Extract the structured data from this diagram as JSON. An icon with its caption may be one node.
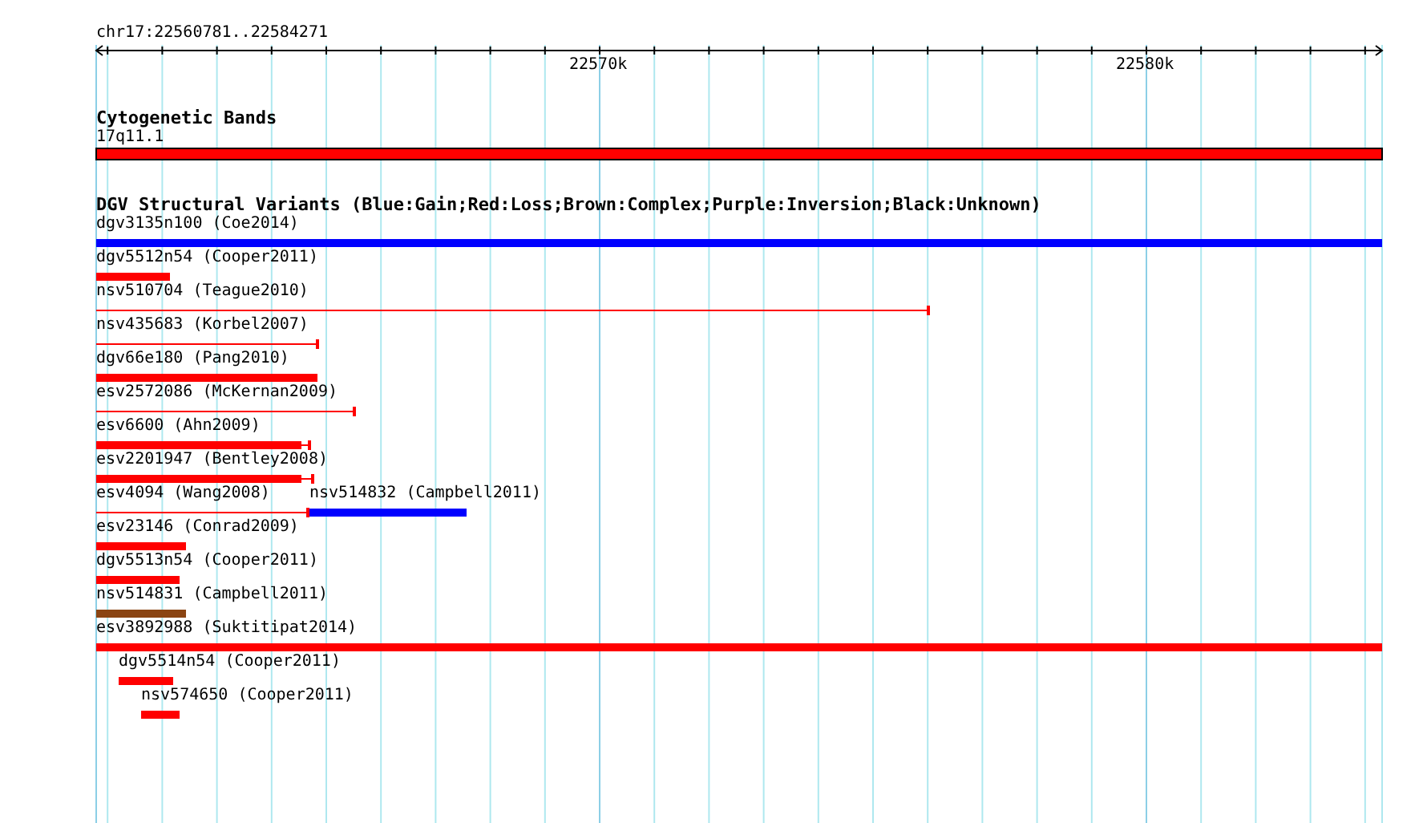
{
  "diagram": {
    "nodes": [
      {
        "text": [
          "17q11.1"
        ]
      },
      {
        "text": [
          "dgv3135n100 (Coe2014)"
        ]
      },
      {
        "text": [
          "dgv5512n54 (Cooper2011)"
        ]
      },
      {
        "text": [
          "nsv510704 (Teague2010)"
        ]
      },
      {
        "text": [
          "nsv435683 (Korbel2007)"
        ]
      },
      {
        "text": [
          "dgv66e180 (Pang2010)"
        ]
      },
      {
        "text": [
          "esv2572086 (McKernan2009)"
        ]
      },
      {
        "text": [
          "esv6600 (Ahn2009)"
        ]
      },
      {
        "text": [
          "esv2201947 (Bentley2008)"
        ]
      },
      {
        "text": [
          "esv4094 (Wang2008)"
        ]
      },
      {
        "text": [
          "nsv514832 (Campbell2011)"
        ]
      },
      {
        "text": [
          "esv23146 (Conrad2009)"
        ]
      },
      {
        "text": [
          "dgv5513n54 (Cooper2011)"
        ]
      },
      {
        "text": [
          "nsv514831 (Campbell2011)"
        ]
      },
      {
        "text": [
          "esv3892988 (Suktitipat2014)"
        ]
      },
      {
        "text": [
          "dgv5514n54 (Cooper2011)"
        ]
      },
      {
        "text": [
          "nsv574650 (Cooper2011)"
        ]
      }
    ],
    "labels": [
      "chr17:22560781..22584271",
      "22570k",
      "22580k",
      "Cytogenetic Bands",
      "DGV Structural Variants (Blue:Gain;Red:Loss;Brown:Complex;Purple:Inversion;Black:Unknown)"
    ]
  }
}
